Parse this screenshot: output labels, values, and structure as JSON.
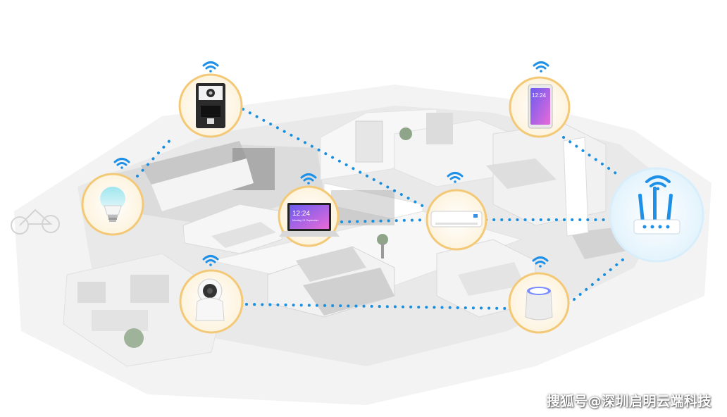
{
  "scene": {
    "description_free": true,
    "devices": [
      {
        "id": "coffee-machine",
        "icon": "coffee-machine-icon",
        "wifi": true
      },
      {
        "id": "smart-bulb",
        "icon": "light-bulb-icon",
        "wifi": true
      },
      {
        "id": "laptop",
        "icon": "laptop-icon",
        "wifi": true,
        "screen_time": "12:24",
        "screen_subtext": "Monday, 01 September"
      },
      {
        "id": "air-conditioner",
        "icon": "air-conditioner-icon",
        "wifi": true
      },
      {
        "id": "security-camera",
        "icon": "camera-icon",
        "wifi": true
      },
      {
        "id": "smartphone",
        "icon": "smartphone-icon",
        "wifi": true,
        "screen_time": "12:24"
      },
      {
        "id": "smart-speaker",
        "icon": "speaker-icon",
        "wifi": true
      },
      {
        "id": "router",
        "icon": "router-icon",
        "wifi": true
      }
    ],
    "colors": {
      "link_dots": "#1a8fe0",
      "wifi": "#1e90e8",
      "device_ring": "#f3c978",
      "device_fill": "#fdf6e8",
      "router_fill": "#eaf6fd",
      "floor": "#ececec",
      "wall": "#f6f6f6"
    }
  },
  "watermark": {
    "text": "搜狐号@深圳启明云端科技"
  }
}
